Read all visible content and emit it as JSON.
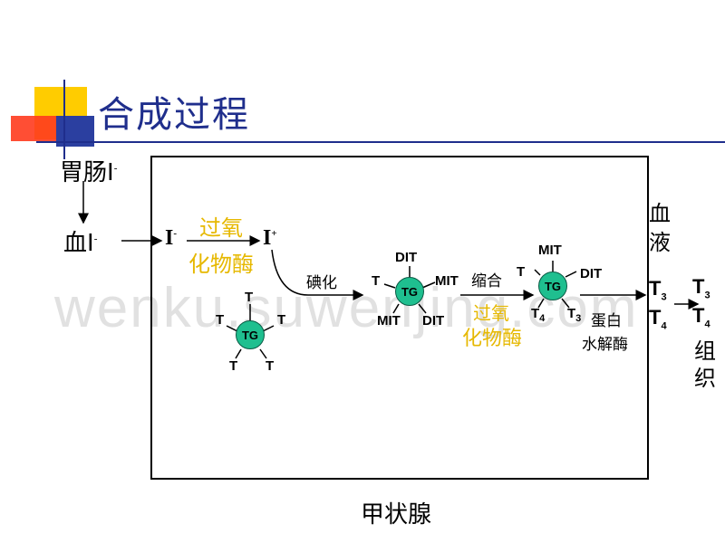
{
  "title": "合成过程",
  "colors": {
    "title": "#1f2e8c",
    "enzyme": "#e6b800",
    "tg": "#1fbf8f",
    "deco_yellow": "#ffcc00",
    "deco_blue": "#2b3fa0",
    "deco_red": "#ff3b1e"
  },
  "labels": {
    "stomach_base": "胃肠I",
    "blood_base": "血I",
    "iodide": "I",
    "iodine_plus": "I",
    "minus": "-",
    "plus": "+",
    "enzyme1_line1": "过氧",
    "enzyme1_line2": "化物酶",
    "iodination": "碘化",
    "condense": "缩合",
    "enzyme2_line1": "过氧",
    "enzyme2_line2": "化物酶",
    "protease_line1": "蛋白",
    "protease_line2": "水解酶",
    "blood_line1": "血",
    "blood_line2": "液",
    "tissue_line1": "组",
    "tissue_line2": "织",
    "gland": "甲状腺"
  },
  "molecules": {
    "tg": "TG",
    "t": "T",
    "dit": "DIT",
    "mit": "MIT",
    "t3_base": "T",
    "t3_sub": "3",
    "t4_base": "T",
    "t4_sub": "4"
  },
  "watermark": "wenku.suwenjing.com"
}
